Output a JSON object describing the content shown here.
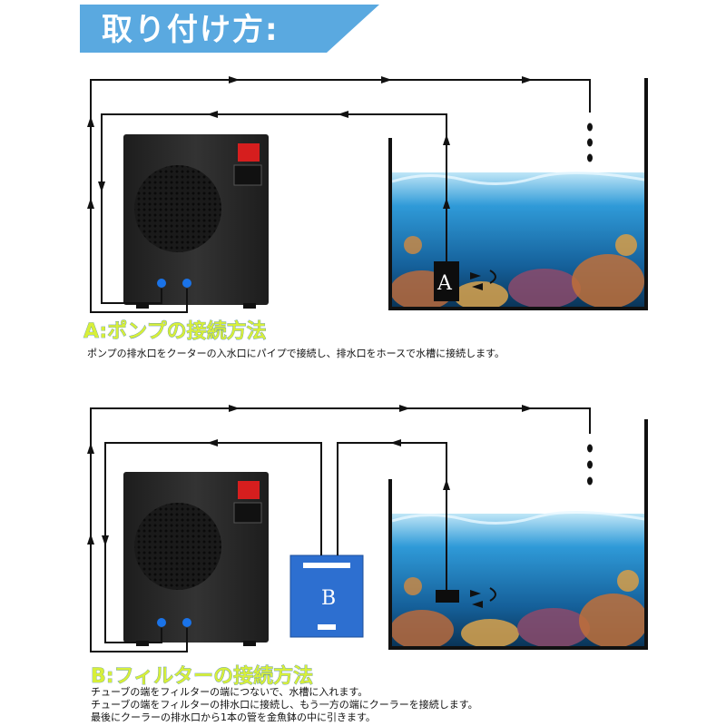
{
  "banner": {
    "title": "取り付け方:",
    "color": "#5aa9e0"
  },
  "section_a": {
    "title": "A:ポンプの接続方法",
    "pump_label": "A",
    "lines": [
      "ポンプの排水口をクーターの入水口にパイプで接続し、排水口をホースで水槽に接続します。"
    ]
  },
  "section_b": {
    "title": "B:フィルターの接続方法",
    "filter_label": "B",
    "lines": [
      "チューブの端をフィルターの端につないで、水槽に入れます。",
      "チューブの端をフィルターの排水口に接続し、もう一方の端にクーラーを接続します。",
      "最後にクーラーの排水口から1本の管を金魚鉢の中に引きます。"
    ]
  },
  "icons": {
    "chiller": "chiller-unit-icon",
    "power_switch": "red-power-switch-icon",
    "power_socket": "power-socket-icon",
    "water_drop": "water-drop-icon",
    "flow_arrow": "flow-arrow-icon",
    "rotation_arrow": "rotation-arrow-icon"
  },
  "colors": {
    "title_yellow": "#d7ef3a",
    "title_outline": "#3d7ac0",
    "filter_blue": "#2d6fd0",
    "chiller_body": "#2a2a2a",
    "water_top": "#1f8fd6",
    "water_bottom": "#0a3f6e"
  }
}
